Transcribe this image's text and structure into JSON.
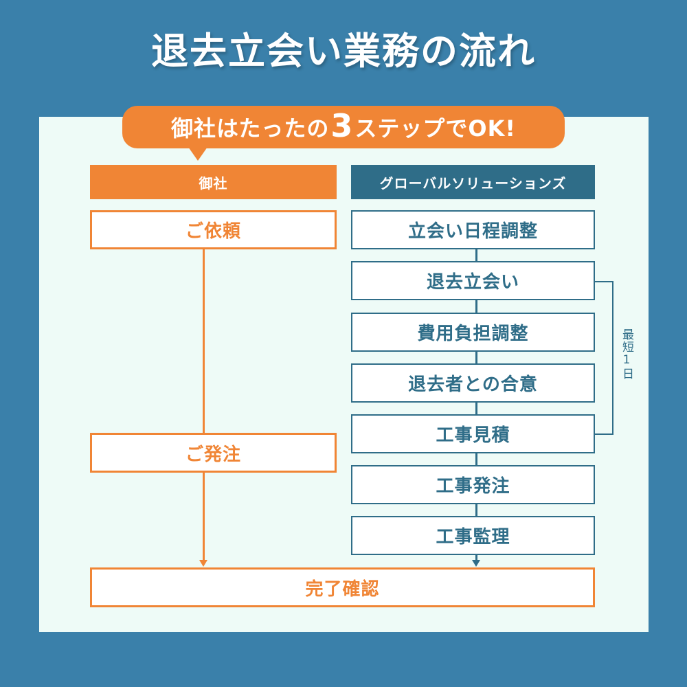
{
  "title": "退去立会い業務の流れ",
  "callout": {
    "prefix": "御社はたったの",
    "number": "3",
    "suffix": "ステップでOK!"
  },
  "columns": {
    "client": {
      "header": "御社",
      "steps": [
        "ご依頼",
        "ご発注"
      ]
    },
    "company": {
      "header": "グローバルソリューションズ",
      "steps": [
        "立会い日程調整",
        "退去立会い",
        "費用負担調整",
        "退去者との合意",
        "工事見積",
        "工事発注",
        "工事監理"
      ]
    }
  },
  "bracket_label": "最短1日",
  "final_step": "完了確認",
  "colors": {
    "background": "#3a80aa",
    "panel": "#eefbf7",
    "client_accent": "#f08535",
    "company_accent": "#2f6d88",
    "title_text": "#ffffff"
  }
}
